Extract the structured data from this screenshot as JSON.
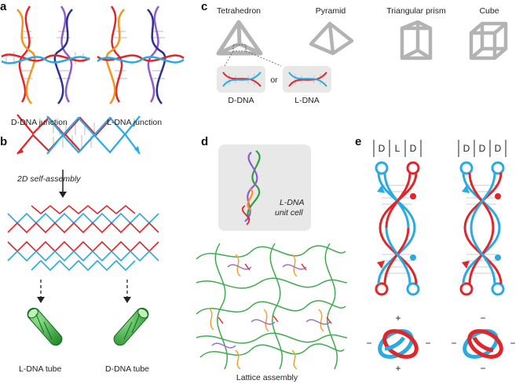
{
  "panels": {
    "a": {
      "label": "a",
      "left_caption": "D-DNA junction",
      "right_caption": "L-DNA junction"
    },
    "b": {
      "label": "b",
      "step_caption": "2D self-assembly",
      "left_tube": "L-DNA tube",
      "right_tube": "D-DNA tube"
    },
    "c": {
      "label": "c",
      "shapes": [
        "Tetrahedron",
        "Pyramid",
        "Triangular prism",
        "Cube"
      ],
      "left_helix": "D-DNA",
      "or_text": "or",
      "right_helix": "L-DNA"
    },
    "d": {
      "label": "d",
      "unit_cell_line1": "L-DNA",
      "unit_cell_line2": "unit cell",
      "caption": "Lattice assembly"
    },
    "e": {
      "label": "e",
      "left_header": [
        "D",
        "L",
        "D"
      ],
      "right_header": [
        "D",
        "D",
        "D"
      ],
      "left_signs": {
        "top": "+",
        "left": "−",
        "right": "−",
        "bottom": "+"
      },
      "right_signs": {
        "top": "−",
        "left": "−",
        "right": "−",
        "bottom": "−"
      }
    }
  },
  "colors": {
    "red": "#e0262b",
    "blue": "#29abe2",
    "orange": "#f7941d",
    "purple": "#8e5bd1",
    "navy": "#2e3192",
    "green": "#2aa43a",
    "gray": "#b3b3b3",
    "box": "#e8e8e8"
  }
}
